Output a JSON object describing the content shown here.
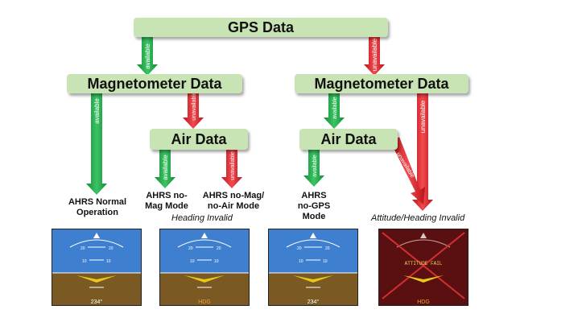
{
  "top": {
    "label": "GPS Data"
  },
  "left_branch": {
    "mag": "Magnetometer Data",
    "air": "Air Data",
    "out_normal": [
      "AHRS Normal",
      "Operation"
    ],
    "out_nomag": [
      "AHRS no-",
      "Mag Mode"
    ],
    "out_nomag_noair": [
      "AHRS no-Mag/",
      "no-Air Mode"
    ],
    "note_heading": "Heading Invalid"
  },
  "right_branch": {
    "mag": "Magnetometer Data",
    "air": "Air Data",
    "out_nogps": [
      "AHRS",
      "no-GPS",
      "Mode"
    ],
    "note_fail": "Attitude/Heading Invalid"
  },
  "arrow_labels": {
    "available": "available",
    "unavailable": "unavailable"
  },
  "instruments": {
    "pitch_marks": [
      "20",
      "20",
      "10",
      "10",
      "10",
      "10"
    ],
    "heading_normal": "234°",
    "heading_invalid": "HDG",
    "fail_text": "ATTITUDE FAIL"
  },
  "colors": {
    "box": "#c9e4b4",
    "available": "#1fa84a",
    "unavailable": "#e2262e",
    "sky": "#3f7fd0",
    "ground": "#7a5a22",
    "fail_bg": "#5a1010"
  }
}
